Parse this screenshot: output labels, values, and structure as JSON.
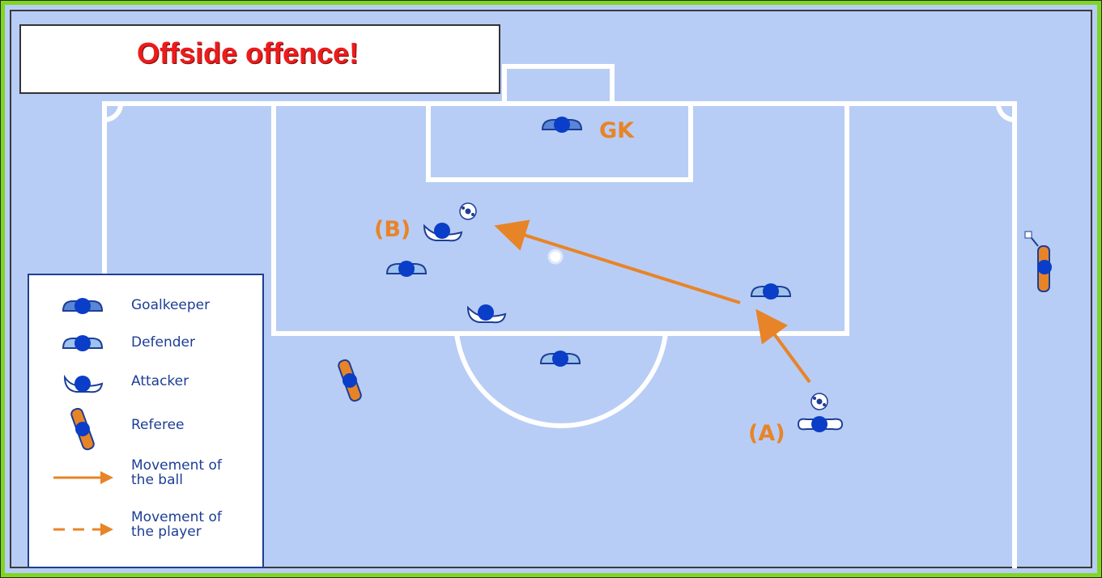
{
  "title": "Offside offence!",
  "pitch_labels": {
    "gk": "GK",
    "a": "(A)",
    "b": "(B)"
  },
  "legend": {
    "items": [
      {
        "label": "Goalkeeper",
        "icon": "goalkeeper-icon"
      },
      {
        "label": "Defender",
        "icon": "defender-icon"
      },
      {
        "label": "Attacker",
        "icon": "attacker-icon"
      },
      {
        "label": "Referee",
        "icon": "referee-icon"
      },
      {
        "label": "Movement of\nthe ball",
        "icon": "ball-movement-arrow-icon"
      },
      {
        "label": "Movement of\nthe player",
        "icon": "player-movement-arrow-icon"
      }
    ]
  },
  "colors": {
    "pitch": "#b8cdf5",
    "lines": "#ffffff",
    "frame": "#7fd71f",
    "title_text": "#ee1b1b",
    "arrow": "#e88428",
    "goalkeeper": "#5a86d8",
    "defender": "#9ec3ef",
    "player_head": "#0a3ec8",
    "referee": "#e88428",
    "legend_text": "#1d3e95"
  }
}
